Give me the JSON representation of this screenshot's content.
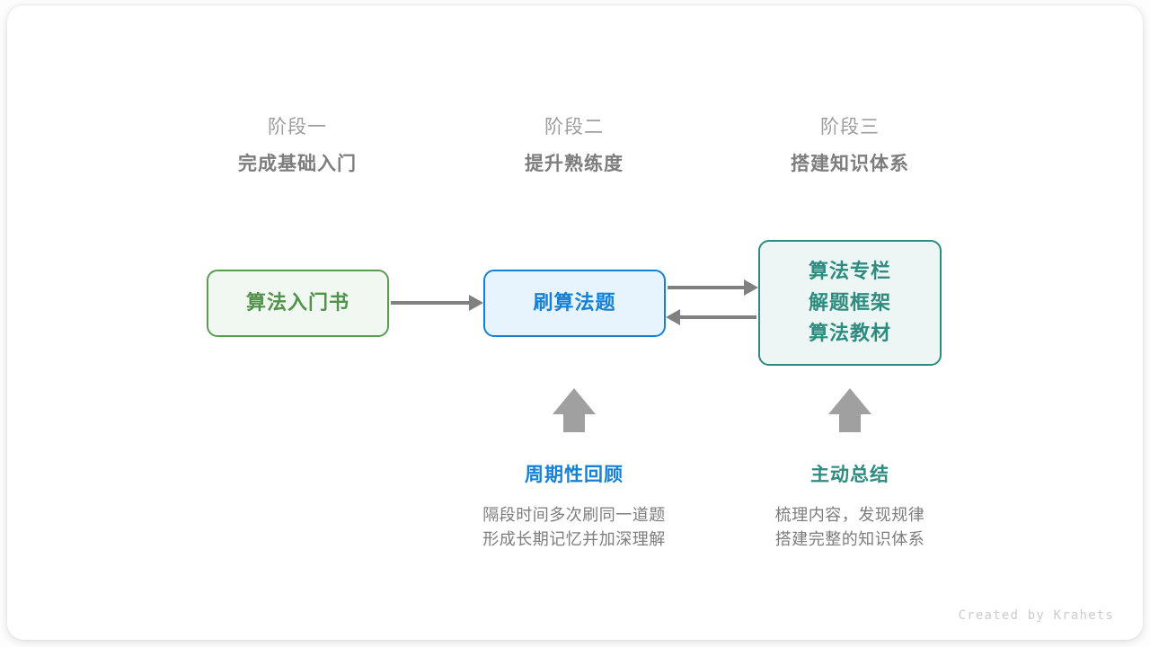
{
  "canvas": {
    "background": "#ffffff",
    "accent_green": "#51934a",
    "accent_blue": "#1581d6",
    "accent_teal": "#2e8b7f",
    "accent_gray": "#808080"
  },
  "stages": [
    {
      "number": "阶段一",
      "title": "完成基础入门"
    },
    {
      "number": "阶段二",
      "title": "提升熟练度"
    },
    {
      "number": "阶段三",
      "title": "搭建知识体系"
    }
  ],
  "nodes": {
    "book": {
      "lines": [
        "算法入门书"
      ],
      "color": "#51934a",
      "fill": "#f1f8f1",
      "border": "#5b9b54"
    },
    "practice": {
      "lines": [
        "刷算法题"
      ],
      "color": "#1581d6",
      "fill": "#e8f4fd",
      "border": "#1581d6"
    },
    "system": {
      "lines": [
        "算法专栏",
        "解题框架",
        "算法教材"
      ],
      "color": "#2e8b7f",
      "fill": "#ecf6f4",
      "border": "#2e8b7f"
    }
  },
  "annotations": [
    {
      "title": "周期性回顾",
      "color": "#1581d6",
      "desc_lines": [
        "隔段时间多次刷同一道题",
        "形成长期记忆并加深理解"
      ]
    },
    {
      "title": "主动总结",
      "color": "#2e8b7f",
      "desc_lines": [
        "梳理内容，发现规律",
        "搭建完整的知识体系"
      ]
    }
  ],
  "footer": {
    "credit": "Created by Krahets"
  }
}
